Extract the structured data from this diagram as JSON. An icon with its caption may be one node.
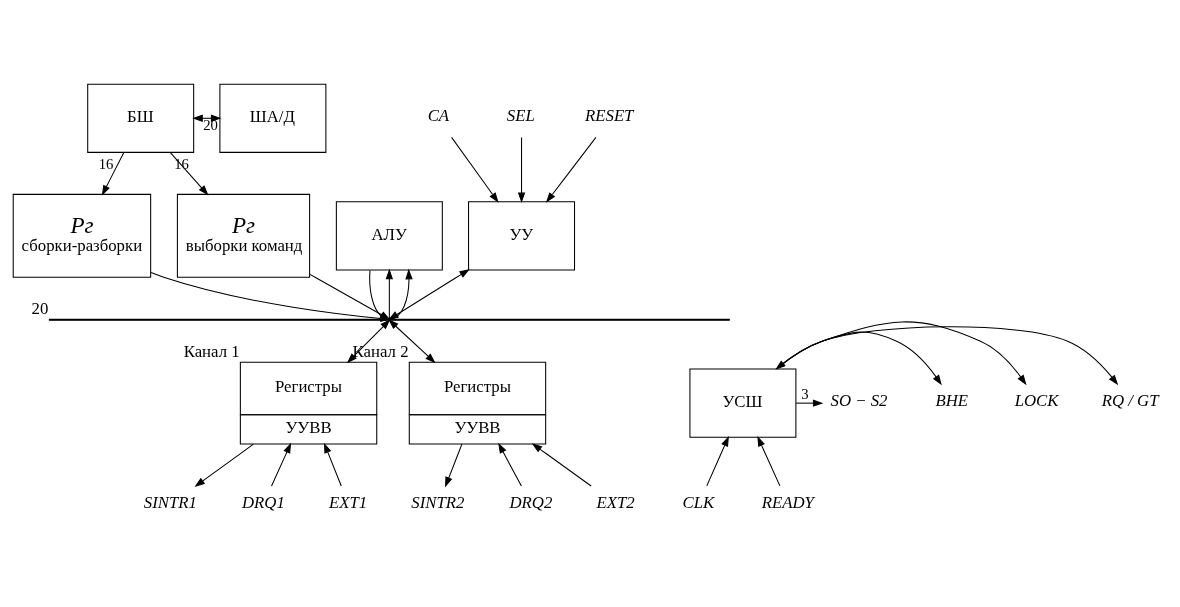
{
  "diagram": {
    "nodes": [
      {
        "text": [
          "БШ"
        ]
      },
      {
        "text": [
          "ША/Д"
        ]
      },
      {
        "text": [
          "Pг",
          "сборки-разборки"
        ]
      },
      {
        "text": [
          "Pг",
          "выборки команд"
        ]
      },
      {
        "text": [
          "АЛУ"
        ]
      },
      {
        "text": [
          "УУ"
        ]
      },
      {
        "text": [],
        "shape": "bar",
        "beside": [
          "20"
        ]
      },
      {
        "text": [
          "Регистры",
          "УУВВ"
        ],
        "beside": [
          "Канал 1"
        ]
      },
      {
        "text": [
          "Регистры",
          "УУВВ"
        ],
        "beside": [
          "Канал 2"
        ]
      },
      {
        "text": [
          "УСШ"
        ]
      },
      {
        "text": [
          "CA"
        ]
      },
      {
        "text": [
          "SEL"
        ]
      },
      {
        "text": [
          "RESET"
        ]
      },
      {
        "text": [
          "DRQ1"
        ]
      },
      {
        "text": [
          "EXT1"
        ]
      },
      {
        "text": [
          "SINTR1"
        ]
      },
      {
        "text": [
          "DRQ2"
        ]
      },
      {
        "text": [
          "EXT2"
        ]
      },
      {
        "text": [
          "SINTR2"
        ]
      },
      {
        "text": [
          "RQ / GT"
        ]
      },
      {
        "text": [
          "LOCK"
        ]
      },
      {
        "text": [
          "BHE"
        ]
      },
      {
        "text": [
          "SO − S2"
        ]
      },
      {
        "text": [
          "CLK"
        ]
      },
      {
        "text": [
          "READY"
        ]
      }
    ],
    "edges": [
      {
        "from": 0,
        "to": 2,
        "arrow": "to",
        "label": "16"
      },
      {
        "from": 0,
        "to": 3,
        "arrow": "to",
        "label": "16"
      },
      {
        "from": 0,
        "to": 1,
        "arrow": "both",
        "label": "20"
      },
      {
        "from": 10,
        "to": 5,
        "arrow": "to"
      },
      {
        "from": 11,
        "to": 5,
        "arrow": "to"
      },
      {
        "from": 12,
        "to": 5,
        "arrow": "to"
      },
      {
        "from": 4,
        "to": 6,
        "arrow": "to"
      },
      {
        "from": 6,
        "to": 4,
        "arrow": "to"
      },
      {
        "from": 6,
        "to": 4,
        "arrow": "to"
      },
      {
        "from": 5,
        "to": 6,
        "arrow": "both"
      },
      {
        "from": 2,
        "to": 6,
        "arrow": "to"
      },
      {
        "from": 3,
        "to": 6,
        "arrow": "to"
      },
      {
        "from": 6,
        "to": 7,
        "arrow": "both"
      },
      {
        "from": 6,
        "to": 8,
        "arrow": "both"
      },
      {
        "from": 13,
        "to": 7,
        "arrow": "to"
      },
      {
        "from": 14,
        "to": 7,
        "arrow": "to"
      },
      {
        "from": 7,
        "to": 15,
        "arrow": "to"
      },
      {
        "from": 16,
        "to": 8,
        "arrow": "to"
      },
      {
        "from": 17,
        "to": 8,
        "arrow": "to"
      },
      {
        "from": 8,
        "to": 18,
        "arrow": "to"
      },
      {
        "from": 9,
        "to": 19,
        "arrow": "both"
      },
      {
        "from": 9,
        "to": 20,
        "arrow": "to"
      },
      {
        "from": 9,
        "to": 21,
        "arrow": "to"
      },
      {
        "from": 9,
        "to": 22,
        "arrow": "to",
        "label": "3"
      },
      {
        "from": 23,
        "to": 9,
        "arrow": "to"
      },
      {
        "from": 24,
        "to": 9,
        "arrow": "to"
      }
    ]
  }
}
